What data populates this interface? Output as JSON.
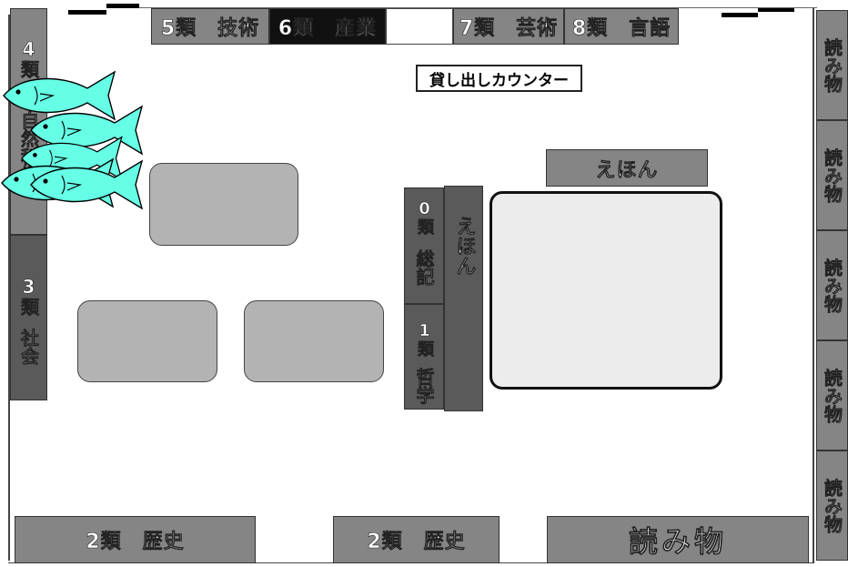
{
  "top_shelves": {
    "class5": "5類　技術",
    "class6": "6類　産業",
    "class7": "7類　芸術",
    "class8": "8類　言語"
  },
  "left_shelves": {
    "class4_num": "4類",
    "class4_text": "自然科学",
    "class3_num": "3類",
    "class3_text": "社会"
  },
  "center_shelves": {
    "class0_num": "0類",
    "class0_text": "総記",
    "class1_num": "1類",
    "class1_text": "哲学",
    "ehon_vertical": "えほん",
    "ehon_horizontal": "えほん"
  },
  "counter_label": "貸し出しカウンター",
  "right_shelves": [
    "読み物",
    "読み物",
    "読み物",
    "読み物",
    "読み物"
  ],
  "bottom_shelves": {
    "history1": "2類　歴史",
    "history2": "2類　歴史",
    "yomimono": "読み物"
  },
  "colors": {
    "fish_fill": "#66ffe6",
    "shelf_gray": "#858585",
    "shelf_dark": "#5a5a5a",
    "table": "#b3b3b3",
    "picture_book_area": "#ececec"
  }
}
